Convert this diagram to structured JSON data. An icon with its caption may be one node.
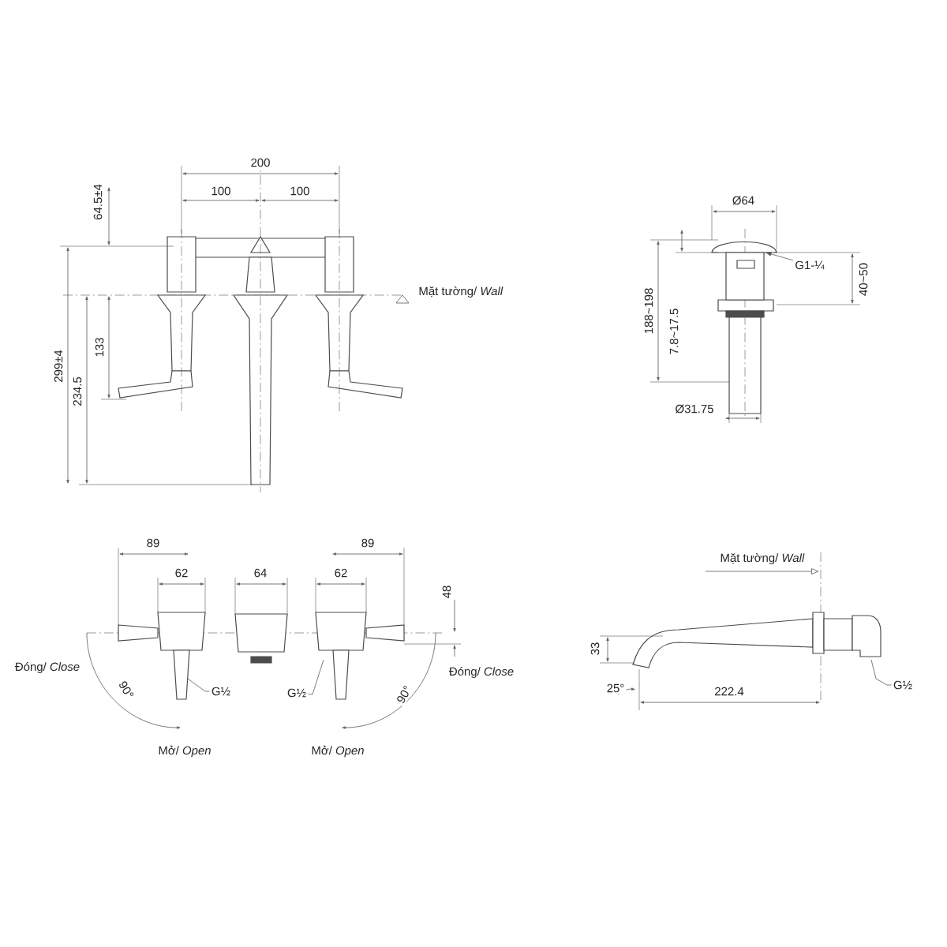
{
  "diagram": {
    "nodes": [
      {
        "text": [
          "G1-¼"
        ]
      },
      {
        "text": [
          "G½"
        ]
      },
      {
        "text": [
          "G½"
        ]
      },
      {
        "text": [
          "G½"
        ]
      },
      {
        "text": [],
        "shape": "box"
      }
    ],
    "edges": [
      {
        "from": 0,
        "to": 4,
        "arrow": "to"
      },
      {
        "from": 1,
        "to": null,
        "arrow": "none"
      },
      {
        "from": 2,
        "to": null,
        "arrow": "none"
      },
      {
        "from": 3,
        "to": null,
        "arrow": "none"
      }
    ],
    "labels": [
      "200",
      "100",
      "100",
      "64.5±4",
      "299±4",
      "234.5",
      "133",
      "Mặt tường/ *Wall*",
      "Ø64",
      "188~198",
      "7.8~17.5",
      "40~50",
      "Ø31.75",
      "89",
      "62",
      "64",
      "89",
      "62",
      "48",
      "Đóng/ *Close*",
      "90°",
      "90°",
      "Đóng/ *Close*",
      "Mở/ *Open*",
      "Mở/ *Open*",
      "Mặt tường/ *Wall*",
      "33",
      "25°",
      "222.4"
    ]
  }
}
